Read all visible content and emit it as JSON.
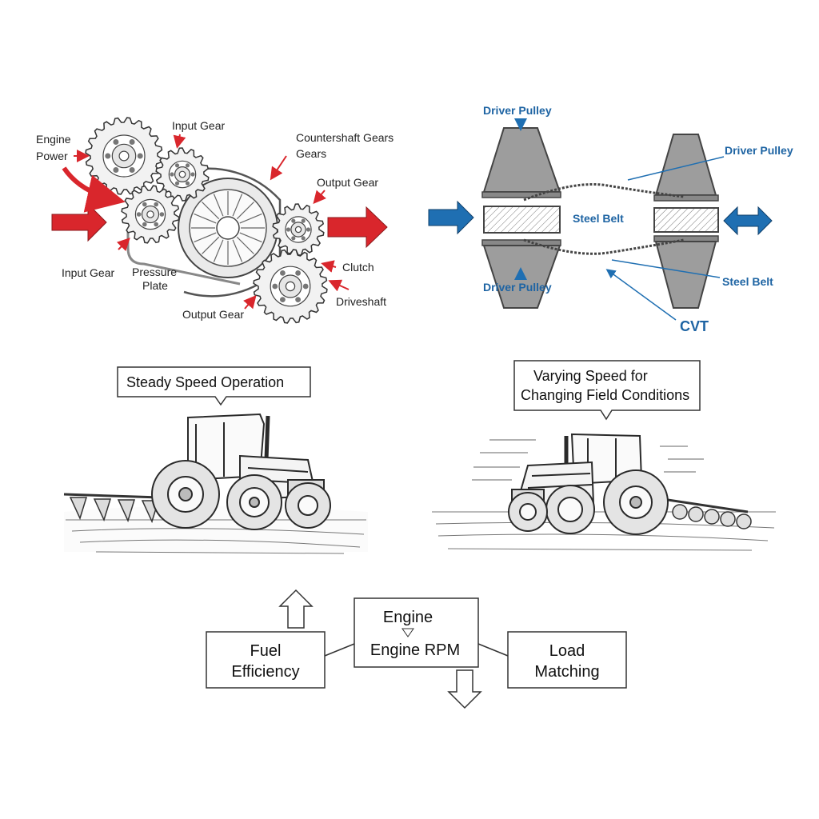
{
  "colors": {
    "red_arrow": "#d9262c",
    "blue_arrow": "#1f6fb2",
    "blue_label": "#1e64a3",
    "ink": "#333333",
    "gear_fill": "#f2f2f2",
    "pulley_fill": "#9a9a9a"
  },
  "gearbox": {
    "engine_power": [
      "Engine",
      "Power"
    ],
    "input_gear_top": "Input Gear",
    "countershaft": [
      "Countershaft Gears",
      "Gears"
    ],
    "output_gear_top": "Output Gear",
    "input_gear_left": "Input Gear",
    "pressure_plate": [
      "Pressure",
      "Plate"
    ],
    "output_gear_bottom": "Output Gear",
    "clutch": "Clutch",
    "driveshaft": "Driveshaft"
  },
  "cvt": {
    "driver_pulley_top": "Driver Pulley",
    "driver_pulley_right": "Driver Pulley",
    "steel_belt_center": "Steel Belt",
    "driver_pulley_bottom": "Driver Pulley",
    "steel_belt_right": "Steel Belt",
    "cvt_label": "CVT"
  },
  "tractors": {
    "left_callout": "Steady Speed Operation",
    "right_callout": [
      "Varying Speed for",
      "Changing Field Conditions"
    ]
  },
  "flow": {
    "fuel": [
      "Fuel",
      "Efficiency"
    ],
    "engine": [
      "Engine",
      "Engine RPM"
    ],
    "load": [
      "Load",
      "Matching"
    ]
  },
  "icons": [
    "gear-icon",
    "pulley-icon",
    "tractor-icon",
    "plow-icon",
    "harrow-icon",
    "arrow-up-icon",
    "arrow-down-icon"
  ]
}
